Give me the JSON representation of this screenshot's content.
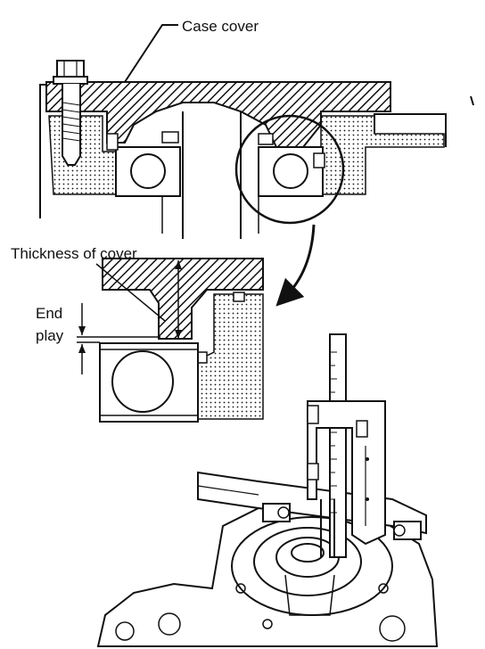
{
  "labels": {
    "case_cover": "Case cover",
    "thickness_of_cover": "Thickness of cover",
    "end_play_line1": "End",
    "end_play_line2": "play"
  }
}
